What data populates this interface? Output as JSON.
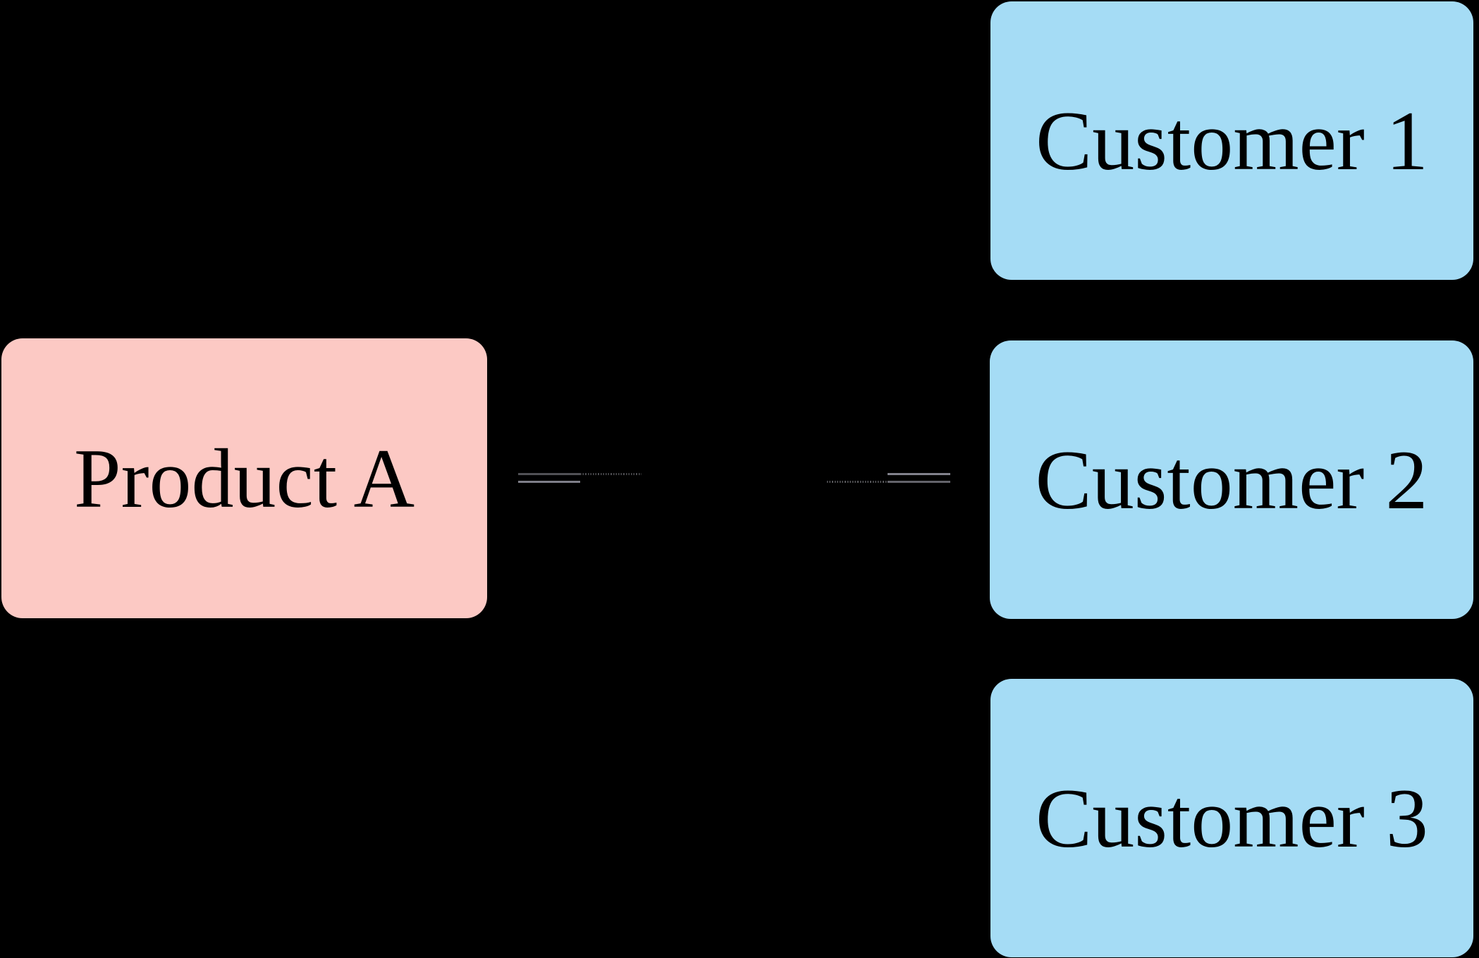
{
  "diagram": {
    "background_color": "#000000",
    "nodes": [
      {
        "id": "product-a",
        "label": "Product A",
        "shape": "rounded-rectangle",
        "fill": "#FCC9C4",
        "text_color": "#000000"
      },
      {
        "id": "customer-1",
        "label": "Customer 1",
        "shape": "rounded-rectangle",
        "fill": "#A5DCF5",
        "text_color": "#000000"
      },
      {
        "id": "customer-2",
        "label": "Customer 2",
        "shape": "rounded-rectangle",
        "fill": "#A5DCF5",
        "text_color": "#000000"
      },
      {
        "id": "customer-3",
        "label": "Customer 3",
        "shape": "rounded-rectangle",
        "fill": "#A5DCF5",
        "text_color": "#000000"
      }
    ],
    "edge_fragments": [
      {
        "from": "product-a",
        "to": "customer-2",
        "style": "solid",
        "color": "#515156"
      },
      {
        "from": "product-a",
        "to": "customer-2",
        "style": "dotted",
        "color": "#4C4C50"
      },
      {
        "from": "product-a",
        "to": "customer-2",
        "style": "solid",
        "color": "#7E7E88"
      },
      {
        "from": "product-a",
        "to": "customer-2",
        "style": "solid",
        "color": "#82828C"
      },
      {
        "from": "product-a",
        "to": "customer-2",
        "style": "dotted",
        "color": "#56565A"
      },
      {
        "from": "product-a",
        "to": "customer-2",
        "style": "solid",
        "color": "#63636A"
      }
    ]
  }
}
